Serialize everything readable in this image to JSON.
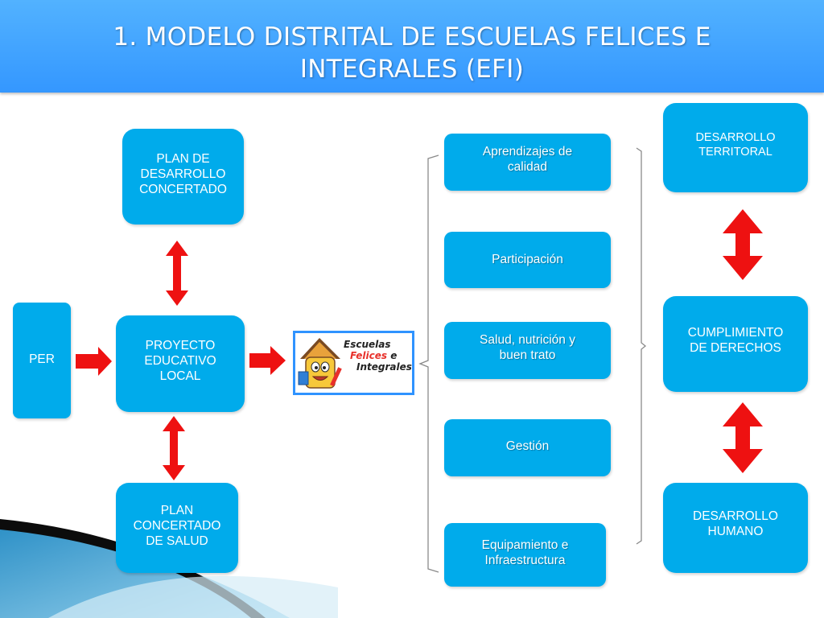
{
  "slide": {
    "title_line1": "1. MODELO DISTRITAL DE ESCUELAS FELICES E",
    "title_line2": "INTEGRALES (EFI)"
  },
  "left_column": {
    "per": "PER",
    "plan_desarrollo": [
      "PLAN DE",
      "DESARROLLO",
      "CONCERTADO"
    ],
    "proyecto": [
      "PROYECTO",
      "EDUCATIVO",
      "LOCAL"
    ],
    "plan_salud": [
      "PLAN",
      "CONCERTADO",
      "DE SALUD"
    ]
  },
  "logo": {
    "line1": "Escuelas",
    "line2_red": "Felices",
    "line2_rest": " e",
    "line3": "Integrales"
  },
  "topics": [
    [
      "Aprendizajes de",
      "calidad"
    ],
    [
      "Participación"
    ],
    [
      "Salud, nutrición y",
      "buen trato"
    ],
    [
      "Gestión"
    ],
    [
      "Equipamiento e",
      "Infraestructura"
    ]
  ],
  "right_column": {
    "desarrollo_territorial": [
      "DESARROLLO",
      "TERRITORAL"
    ],
    "cumplimiento": [
      "CUMPLIMIENTO",
      "DE DERECHOS"
    ],
    "desarrollo_humano": [
      "DESARROLLO",
      "HUMANO"
    ]
  },
  "colors": {
    "box": "#00abeb",
    "title_bar": "#3a9cff",
    "arrow": "#ee1111",
    "bracket": "#8a8a8a"
  }
}
